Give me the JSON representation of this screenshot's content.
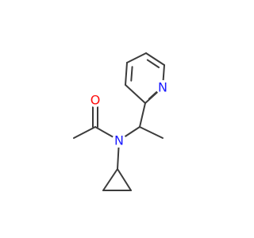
{
  "molecule": {
    "atoms": {
      "nitrogen_amide": {
        "symbol": "N",
        "color": "#1a1aff"
      },
      "oxygen_carbonyl": {
        "symbol": "O",
        "color": "#ff0d0d"
      },
      "nitrogen_pyridine": {
        "symbol": "N",
        "color": "#1a1aff"
      }
    },
    "bond_color": "#3c3c3c"
  }
}
